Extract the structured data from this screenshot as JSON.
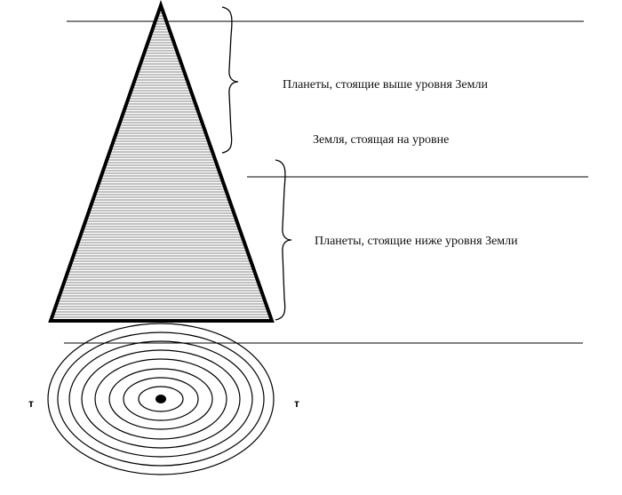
{
  "labels": {
    "above": "Планеты, стоящие выше уровня Земли",
    "at": "Земля, стоящая на уровне",
    "below": "Планеты, стоящие ниже уровня Земли"
  },
  "markers": {
    "left": "т",
    "right": "т"
  },
  "colors": {
    "ink": "#000000",
    "hatch": "#555555",
    "background": "#ffffff"
  }
}
